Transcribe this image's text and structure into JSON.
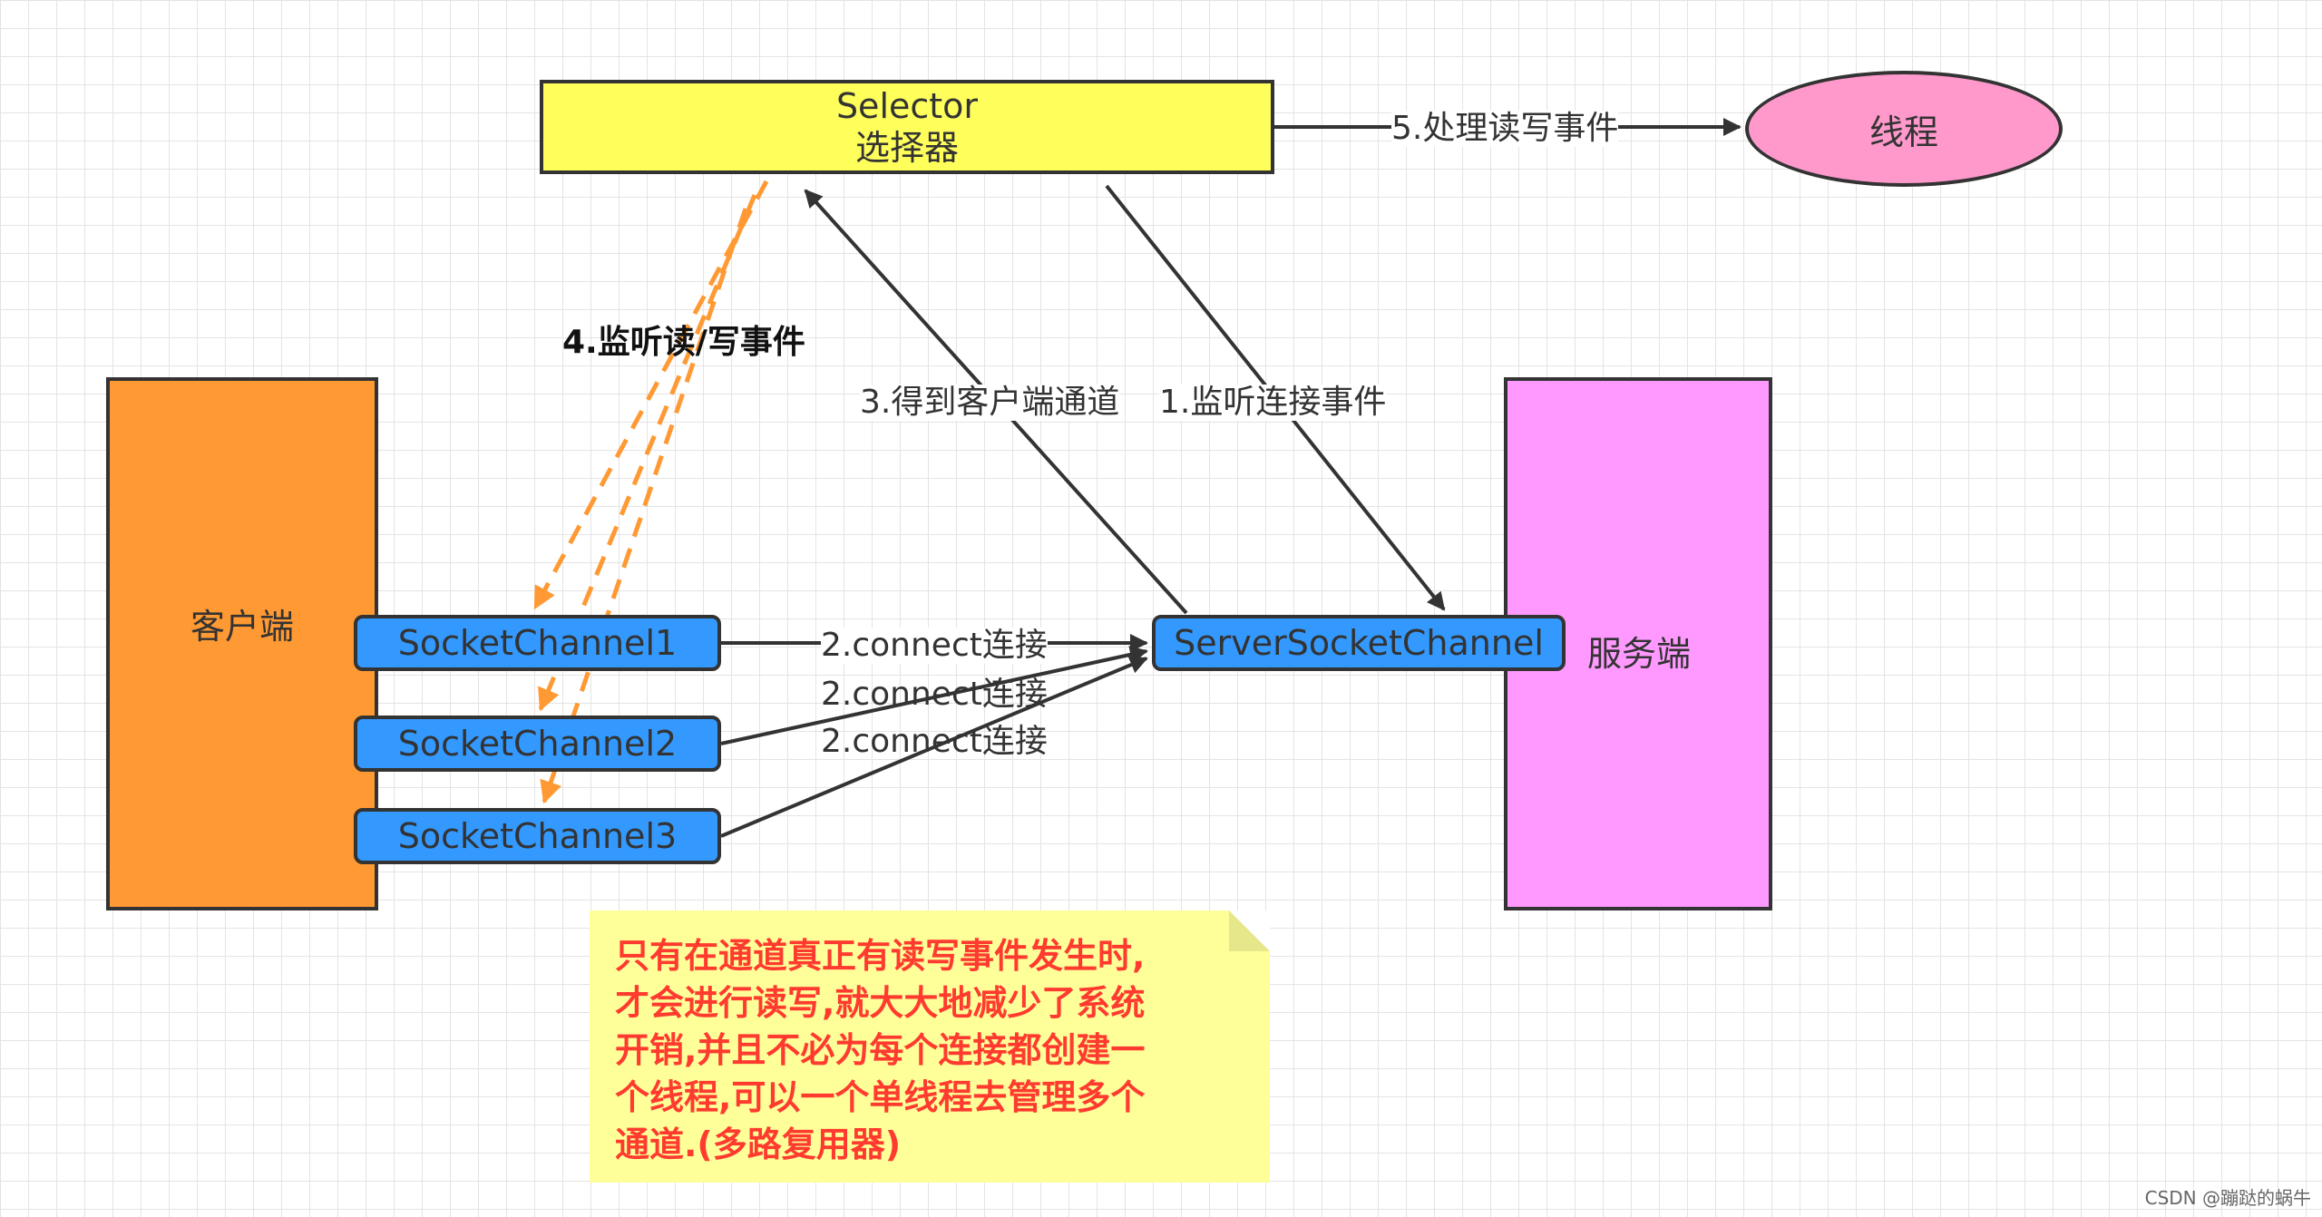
{
  "selector": {
    "title": "Selector",
    "subtitle": "选择器"
  },
  "thread": {
    "label": "线程"
  },
  "client": {
    "label": "客户端"
  },
  "server": {
    "label": "服务端"
  },
  "channels": [
    "SocketChannel1",
    "SocketChannel2",
    "SocketChannel3"
  ],
  "server_channel": "ServerSocketChannel",
  "edges": {
    "process_events": "5.处理读写事件",
    "listen_rw": "4.监听读/写事件",
    "get_client_channel": "3.得到客户端通道",
    "listen_connect": "1.监听连接事件",
    "connect1": "2.connect连接",
    "connect2": "2.connect连接",
    "connect3": "2.connect连接"
  },
  "note": {
    "lines": [
      "只有在通道真正有读写事件发生时,",
      "才会进行读写,就大大地减少了系统",
      "开销,并且不必为每个连接都创建一",
      "个线程,可以一个单线程去管理多个",
      "通道.(多路复用器)"
    ]
  },
  "watermark": "CSDN @蹦跶的蜗牛",
  "colors": {
    "selector": "#ffff5c",
    "thread": "#ff99cc",
    "client": "#ff9933",
    "server": "#ff99ff",
    "channel": "#3399ff",
    "note_bg": "#ffff99",
    "note_text": "#ff3b30",
    "dashed_arrow": "#ff9933",
    "solid_arrow": "#333333"
  }
}
